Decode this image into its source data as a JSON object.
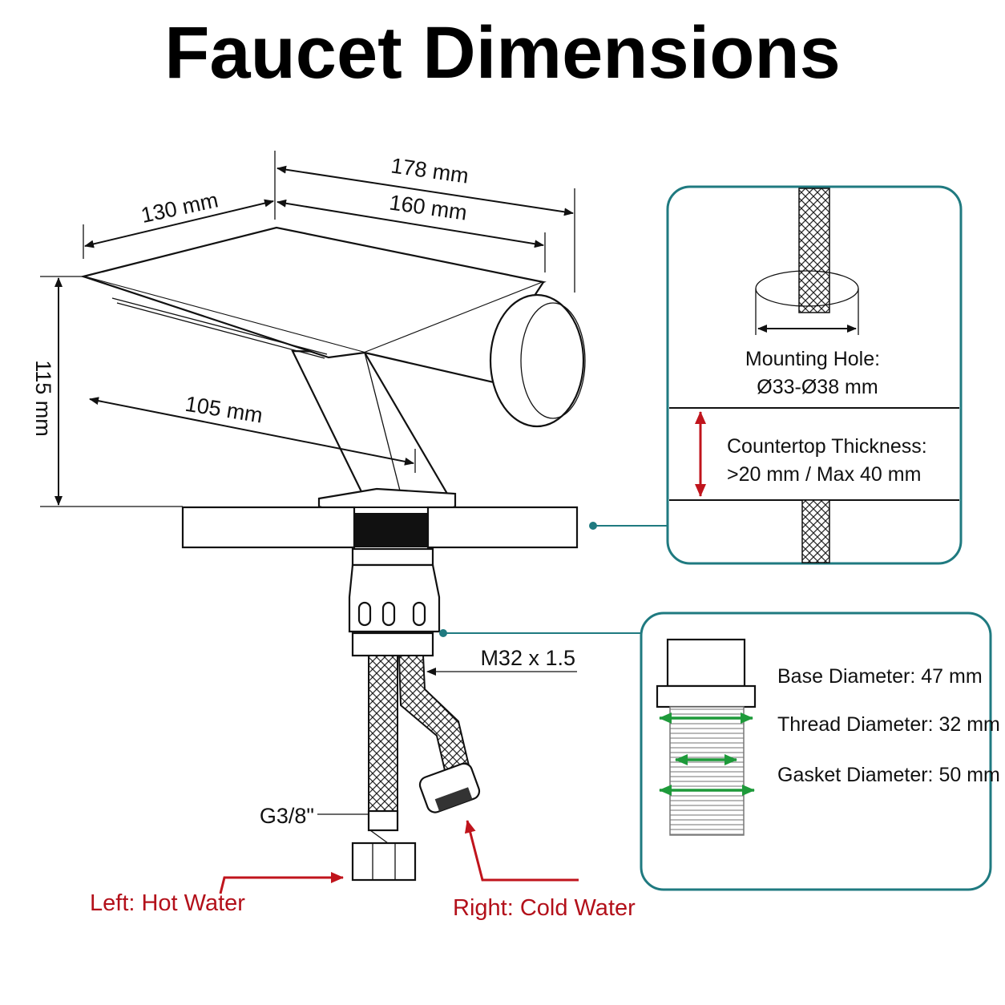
{
  "title": "Faucet Dimensions",
  "dimensions": {
    "overall_length": "178 mm",
    "spout_length": "160 mm",
    "width": "130 mm",
    "height": "115 mm",
    "spout_reach": "105 mm",
    "thread_size": "M32 x 1.5",
    "hose_connector": "G3/8\""
  },
  "mounting_panel": {
    "hole_label": "Mounting Hole:",
    "hole_value": "Ø33-Ø38 mm",
    "thickness_label": "Countertop Thickness:",
    "thickness_value": ">20 mm / Max 40 mm"
  },
  "thread_panel": {
    "base_diameter": "Base Diameter: 47 mm",
    "thread_diameter": "Thread Diameter: 32 mm",
    "gasket_diameter": "Gasket Diameter: 50 mm"
  },
  "water_labels": {
    "left": "Left: Hot Water",
    "right": "Right: Cold Water"
  },
  "colors": {
    "panel_border": "#1f7a80",
    "label_red": "#b3101a",
    "arrow_green": "#1e9a3a"
  }
}
